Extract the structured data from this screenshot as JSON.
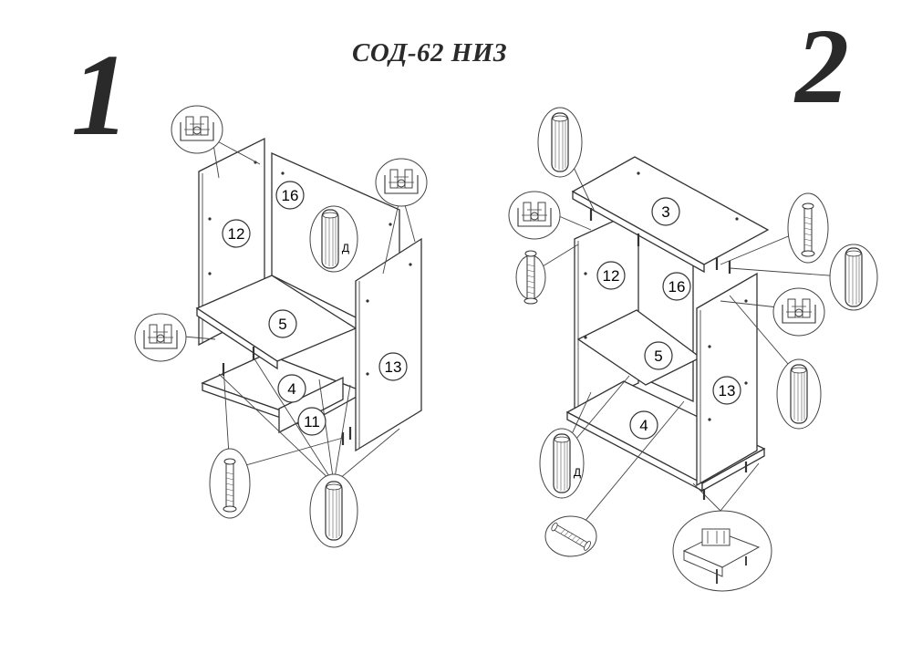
{
  "title": "СОД-62 НИЗ",
  "steps": {
    "first": "1",
    "second": "2"
  },
  "step1_parts": {
    "p16": "16",
    "p12": "12",
    "p5": "5",
    "p13": "13",
    "p4": "4",
    "p11": "11",
    "dowel_mark": "Д"
  },
  "step2_parts": {
    "p3": "3",
    "p12": "12",
    "p16": "16",
    "p5": "5",
    "p13": "13",
    "p4": "4",
    "dowel_mark": "Д"
  },
  "colors": {
    "ink": "#2a2a2a",
    "paper": "#ffffff"
  }
}
